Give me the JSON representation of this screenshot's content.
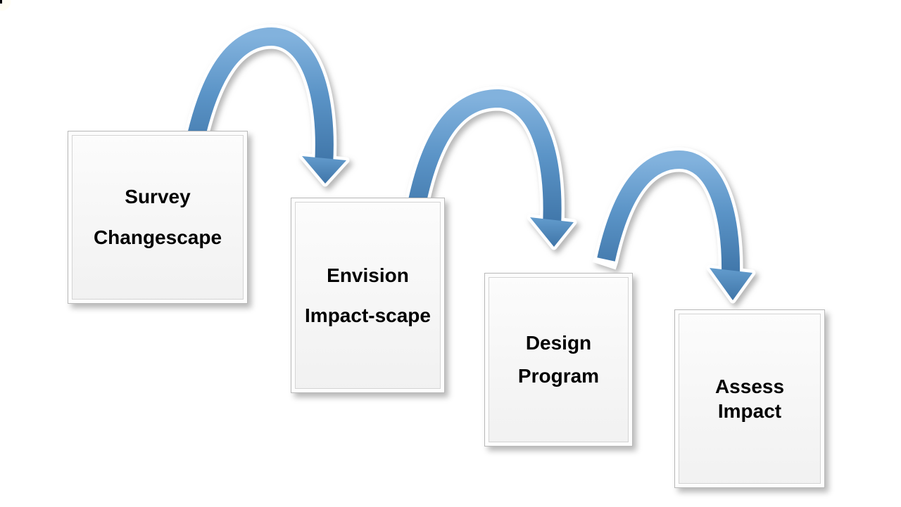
{
  "background": "#ffffff",
  "colors": {
    "arrow_blue_mid": "#5b94c7",
    "arrow_blue_light": "#82b2dd",
    "arrow_blue_dark": "#3f75a8",
    "arrow_outline": "#ffffff",
    "box_fill": "#f5f5f5",
    "box_border": "#b9b9b9",
    "box_bevel_light": "#fdfdfd",
    "box_bevel_dark": "#d4d4d4",
    "text": "#000000",
    "corner_artifact": "#000000"
  },
  "steps": [
    {
      "id": "survey-changescape",
      "line1": "Survey",
      "line2": "Changescape"
    },
    {
      "id": "envision-impact-scape",
      "line1": "Envision",
      "line2": "Impact-scape"
    },
    {
      "id": "design-program",
      "line1": "Design",
      "line2": "Program"
    },
    {
      "id": "assess-impact",
      "line1": "Assess",
      "line2": "Impact"
    }
  ],
  "arrows": [
    {
      "name": "arrow-1",
      "from_step": "Survey Changescape",
      "to_step": "Envision Impact-scape"
    },
    {
      "name": "arrow-2",
      "from_step": "Envision Impact-scape",
      "to_step": "Design Program"
    },
    {
      "name": "arrow-3",
      "from_step": "Design Program",
      "to_step": "Assess Impact"
    }
  ]
}
